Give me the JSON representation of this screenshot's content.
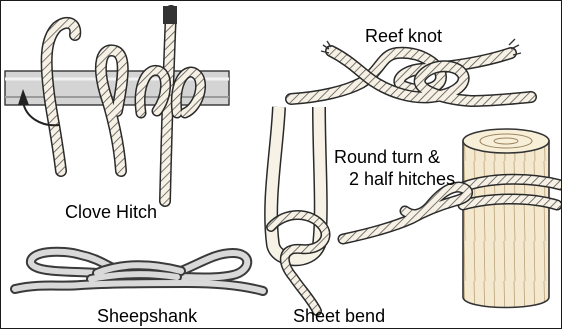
{
  "labels": {
    "clove_hitch": "Clove Hitch",
    "reef_knot": "Reef knot",
    "round_turn_line1": "Round turn &",
    "round_turn_line2": "2 half hitches",
    "sheepshank": "Sheepshank",
    "sheet_bend": "Sheet bend"
  },
  "colors": {
    "rope_light": "#f6f1e4",
    "rope_outline": "#2a2a2a",
    "bar": "#c9c9c9",
    "post": "#f4e9cf",
    "border": "#1a1a1a",
    "text": "#000000"
  }
}
